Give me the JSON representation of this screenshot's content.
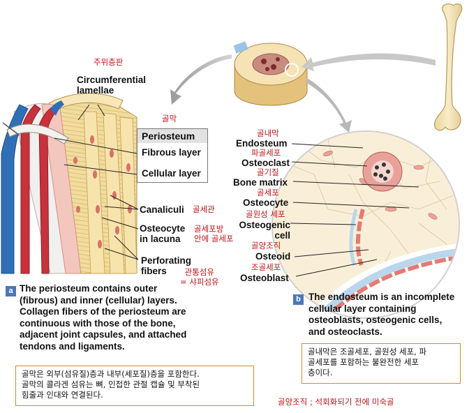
{
  "left_labels": {
    "circumferential_ko": "주위층판",
    "circumferential_line1": "Circumferential",
    "circumferential_line2": "lamellae",
    "periosteum_ko": "골막",
    "periosteum_title": "Periosteum",
    "fibrous_layer": "Fibrous layer",
    "cellular_layer": "Cellular layer",
    "canaliculi": "Canaliculi",
    "canaliculi_ko": "골세관",
    "osteocyte_line1": "Osteocyte",
    "osteocyte_line2": "in lacuna",
    "osteocyte_ko_line1": "골세포방",
    "osteocyte_ko_line2": "안에 골세포",
    "perforating_line1": "Perforating",
    "perforating_line2": "fibers",
    "perforating_ko_line1": "관통섬유",
    "perforating_ko_line2": "= 샤피섬유"
  },
  "right_labels": {
    "endosteum_ko": "골내막",
    "endosteum": "Endosteum",
    "osteoclast_ko": "파골세포",
    "osteoclast": "Osteoclast",
    "bone_matrix_ko": "골기질",
    "bone_matrix": "Bone matrix",
    "osteocyte_ko": "골세포",
    "osteocyte": "Osteocyte",
    "osteogenic_ko": "골원성 세포",
    "osteogenic_line1": "Osteogenic",
    "osteogenic_line2": "cell",
    "osteoid_ko": "골양조직",
    "osteoid": "Osteoid",
    "osteoblast_ko": "조골세포",
    "osteoblast": "Osteoblast"
  },
  "caption_a": {
    "badge": "a",
    "lines": [
      "The periosteum contains outer",
      "(fibrous) and inner (cellular) layers.",
      "Collagen fibers of the periosteum are",
      "continuous with those of the bone,",
      "adjacent joint capsules, and attached",
      "tendons and ligaments."
    ],
    "korean_lines": [
      "골막은 외부(섬유질)층과 내부(세포질)층을 포함한다.",
      "골막의 콜라겐 섬유는 뼈, 인접한 관절 캡슐 및 부착된",
      "힘줄과 인대와 연결된다."
    ]
  },
  "caption_b": {
    "badge": "b",
    "lines": [
      "The endosteum is an incomplete",
      "cellular layer containing",
      "osteoblasts, osteogenic cells,",
      "and osteoclasts."
    ],
    "korean_lines": [
      "골내막은 조골세포, 골원성 세포, 파",
      "골세포를 포함하는 불완전한 세포",
      "층이다."
    ]
  },
  "footnote": "골양조직 ; 석회화되기 전에 미숙골",
  "colors": {
    "korean_text": "#c0141a",
    "box_border": "#d08a2c",
    "badge": "#4a78b8",
    "bone": "#f3e3b4",
    "artery": "#c8323c",
    "vein": "#2f6fb6",
    "cell_pink": "#e9a29a"
  }
}
